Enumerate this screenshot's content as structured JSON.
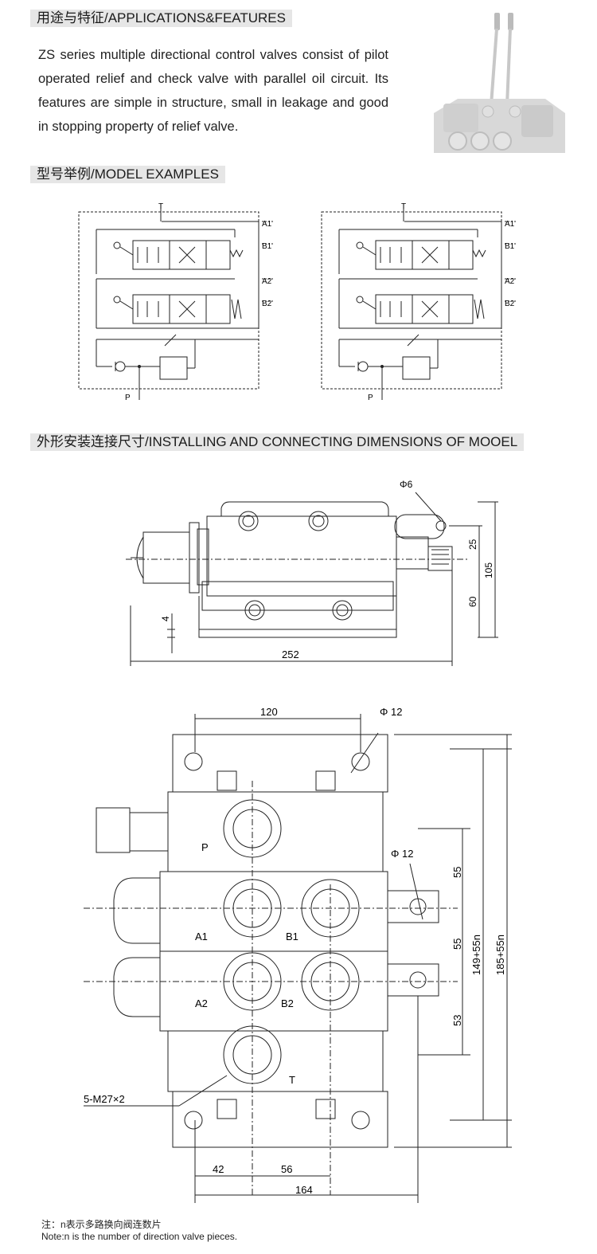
{
  "sections": {
    "applications": "用途与特征/APPLICATIONS&FEATURES",
    "examples": "型号举例/MODEL EXAMPLES",
    "dimensions": "外形安装连接尺寸/INSTALLING AND CONNECTING DIMENSIONS OF MOOEL"
  },
  "description": "ZS series multiple directional control valves consist of pilot operated relief and check valve with parallel oil circuit. Its features are simple in structure, small in leakage and good in stopping property of relief valve.",
  "schematic": {
    "port_t": "T",
    "port_p": "P",
    "port_a1": "A1",
    "port_b1": "B1",
    "port_a2": "A2",
    "port_b2": "B2"
  },
  "side_view": {
    "dia_pin": "Φ6",
    "dim_25": "25",
    "dim_60": "60",
    "dim_105": "105",
    "dim_4": "4",
    "dim_252": "252"
  },
  "front_view": {
    "dim_120": "120",
    "dia_hole": "Φ 12",
    "dia_pin": "Φ 12",
    "dim_55a": "55",
    "dim_55b": "55",
    "dim_53": "53",
    "dim_149": "149+55n",
    "dim_185": "185+55n",
    "dim_42": "42",
    "dim_56": "56",
    "dim_164": "164",
    "thread": "5-M27×2",
    "port_p": "P",
    "port_a1": "A1",
    "port_b1": "B1",
    "port_a2": "A2",
    "port_b2": "B2",
    "port_t": "T"
  },
  "notes": {
    "cn": "注：n表示多路换向阀连数片",
    "en": "Note:n is the number of direction valve pieces."
  }
}
